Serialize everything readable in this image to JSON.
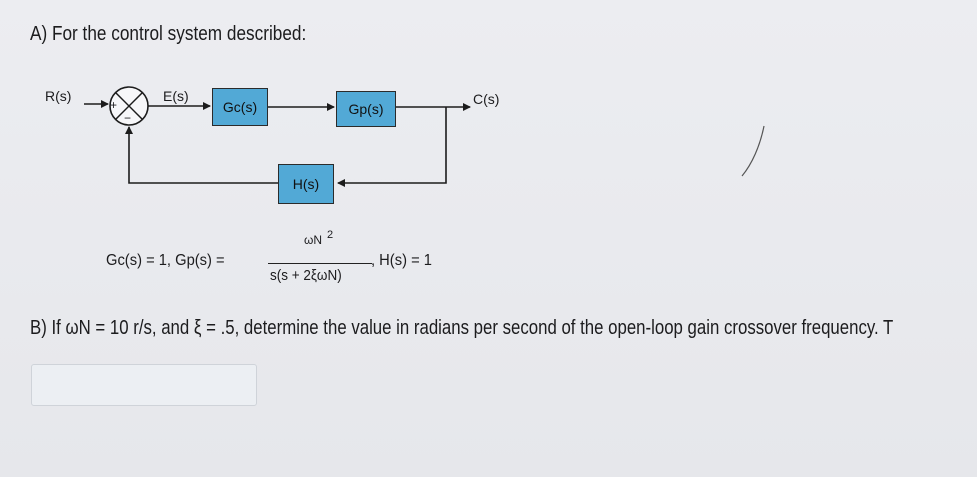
{
  "question": {
    "part_a": "A) For the control system described:",
    "part_b": "B) If ωN = 10 r/s, and ξ = .5, determine the value in radians per second of the open-loop gain crossover frequency. T"
  },
  "diagram": {
    "input_label": "R(s)",
    "error_label": "E(s)",
    "output_label": "C(s)",
    "plus_sign": "+",
    "minus_sign": "−",
    "blocks": {
      "gc": "Gc(s)",
      "gp": "Gp(s)",
      "h": "H(s)"
    },
    "block_color": "#52a9d6"
  },
  "equations": {
    "gc_gp_lhs": "Gc(s) = 1, Gp(s) =",
    "gp_numerator": "ωN",
    "gp_numerator_power": "2",
    "gp_denominator": "s(s + 2ξωN)",
    "h_expr": ", H(s) = 1"
  },
  "answer_field": {
    "value": ""
  }
}
